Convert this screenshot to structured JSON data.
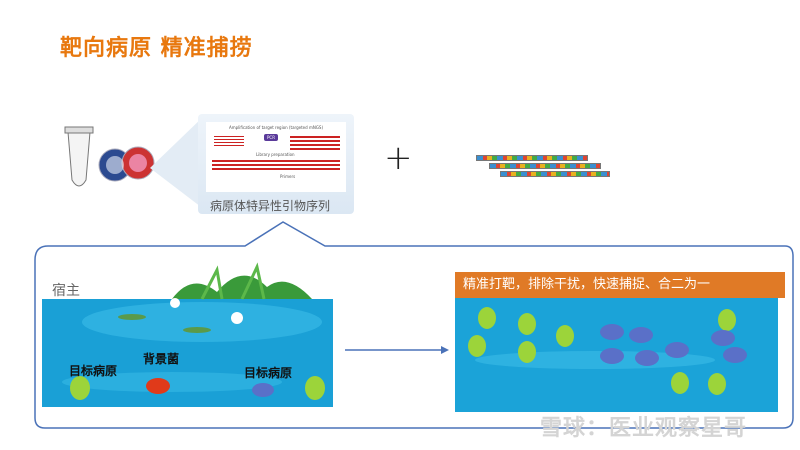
{
  "title": "靶向病原 精准捕捞",
  "primer_card": {
    "label": "病原体特异性引物序列",
    "diagram_text": [
      "Amplification of target region (targeted mNGS)",
      "PCR",
      "Library preparation",
      "Primers"
    ]
  },
  "plus": "+",
  "pond": {
    "host_label": "宿主",
    "target_label_1": "目标病原",
    "background_label": "背景菌",
    "target_label_2": "目标病原"
  },
  "result": {
    "header": "精准打靶，排除干扰，快速捕捉、合二为一"
  },
  "watermark": "雪球：医业观察星哥",
  "colors": {
    "title": "#E8780E",
    "header": "#E07A26",
    "water": "#1AA0D6",
    "outline": "#4A72B8"
  }
}
